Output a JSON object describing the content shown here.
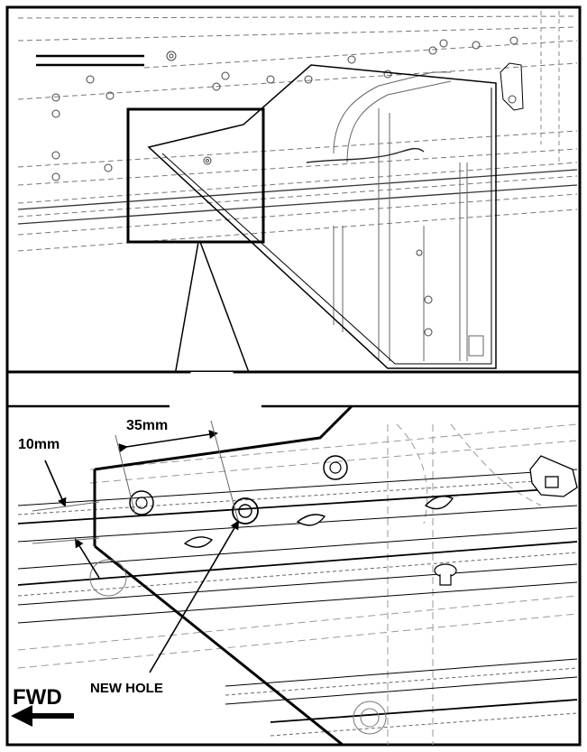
{
  "top_panel": {
    "title": ""
  },
  "detail_panel": {
    "dimension_horizontal": "35mm",
    "dimension_vertical": "10mm",
    "callout_new_hole": "NEW HOLE",
    "direction_label": "FWD"
  },
  "colors": {
    "ink": "#000000",
    "line_light": "#9a9a9a",
    "line_mid": "#5a5a5a",
    "background": "#ffffff"
  }
}
